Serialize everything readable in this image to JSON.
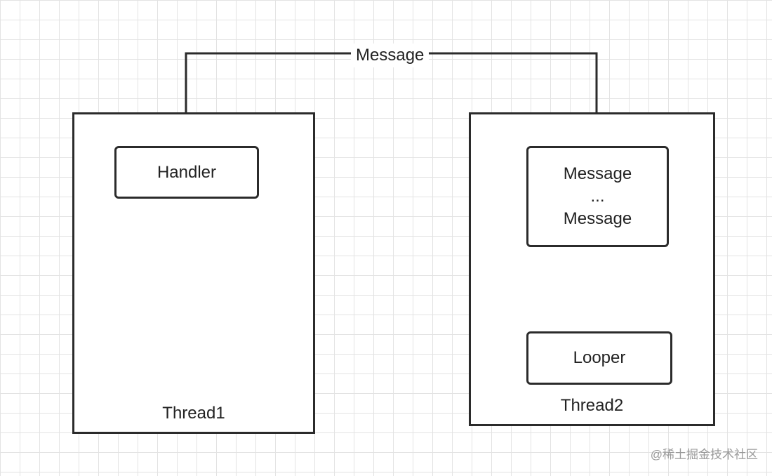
{
  "edge_label": "Message",
  "thread1": {
    "label": "Thread1",
    "handler_label": "Handler"
  },
  "thread2": {
    "label": "Thread2",
    "queue_lines": [
      "Message",
      "...",
      "Message"
    ],
    "looper_label": "Looper"
  },
  "watermark": "@稀土掘金技术社区",
  "colors": {
    "stroke": "#2b2b2b",
    "grid": "#e3e3e3"
  }
}
